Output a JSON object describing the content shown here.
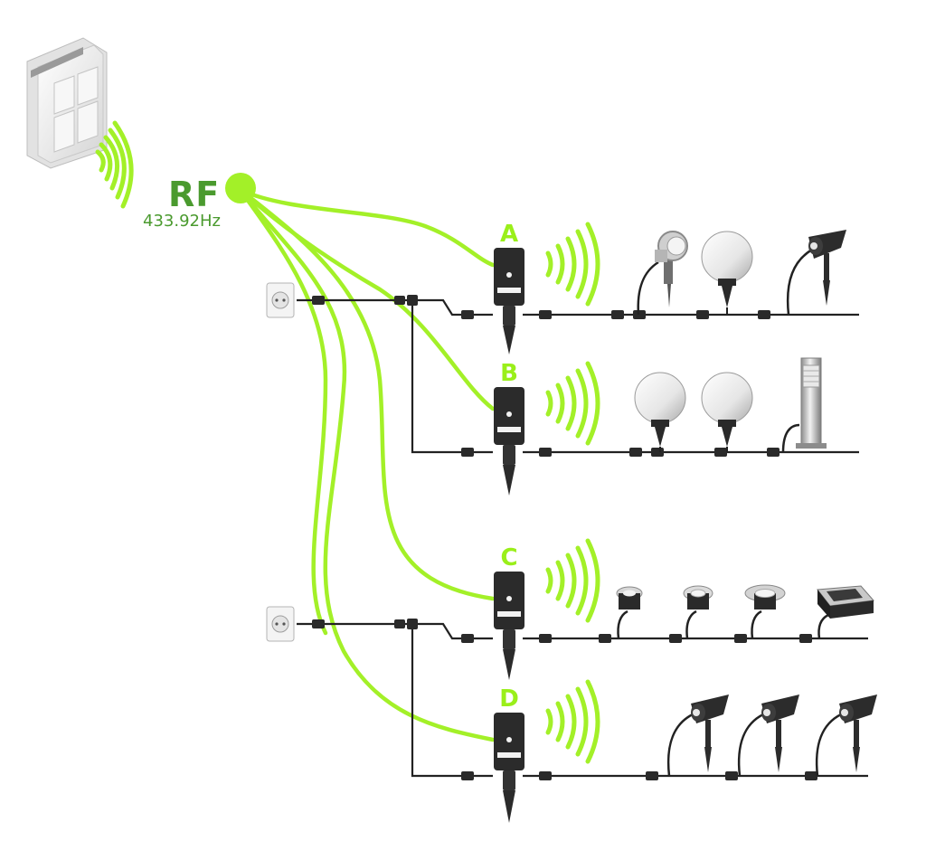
{
  "rf": {
    "label": "RF",
    "frequency": "433.92Hz"
  },
  "channels": [
    {
      "label": "A",
      "lights": [
        "spotlight",
        "globe-light",
        "spike-spotlight"
      ]
    },
    {
      "label": "B",
      "lights": [
        "globe-light",
        "globe-light",
        "bollard-light"
      ]
    },
    {
      "label": "C",
      "lights": [
        "inground-light",
        "inground-light",
        "inground-light",
        "brick-light"
      ]
    },
    {
      "label": "D",
      "lights": [
        "spike-spotlight",
        "spike-spotlight",
        "spike-spotlight"
      ]
    }
  ],
  "colors": {
    "signal": "#a3f028",
    "label_dark": "#4a9a2e",
    "cable": "#222222",
    "receiver": "#2b2b2b"
  },
  "icons": {
    "remote": "remote-control-icon",
    "socket": "wall-socket-icon",
    "receiver": "receiver-box-icon",
    "signal": "signal-waves-icon"
  }
}
